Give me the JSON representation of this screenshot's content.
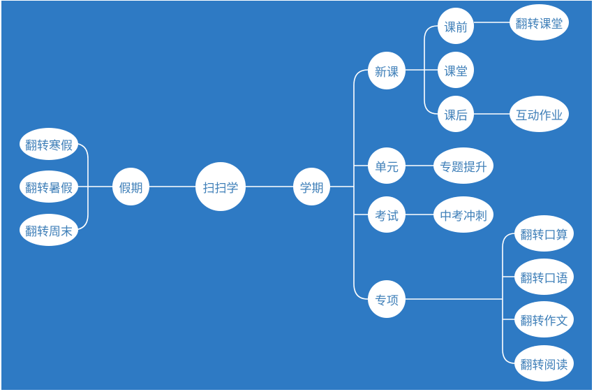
{
  "colors": {
    "background": "#2e7ac4",
    "node_fill": "#ffffff",
    "node_text": "#3f7fb8",
    "connector": "#ffffff"
  },
  "mindmap": {
    "root": "扫扫学",
    "holiday": {
      "label": "假期",
      "children": [
        "翻转寒假",
        "翻转暑假",
        "翻转周末"
      ]
    },
    "term": {
      "label": "学期",
      "new_lesson": {
        "label": "新课",
        "before": {
          "label": "课前",
          "leaf": "翻转课堂"
        },
        "class": {
          "label": "课堂"
        },
        "after": {
          "label": "课后",
          "leaf": "互动作业"
        }
      },
      "unit": {
        "label": "单元",
        "leaf": "专题提升"
      },
      "exam": {
        "label": "考试",
        "leaf": "中考冲刺"
      },
      "special": {
        "label": "专项",
        "children": [
          "翻转口算",
          "翻转口语",
          "翻转作文",
          "翻转阅读"
        ]
      }
    }
  }
}
